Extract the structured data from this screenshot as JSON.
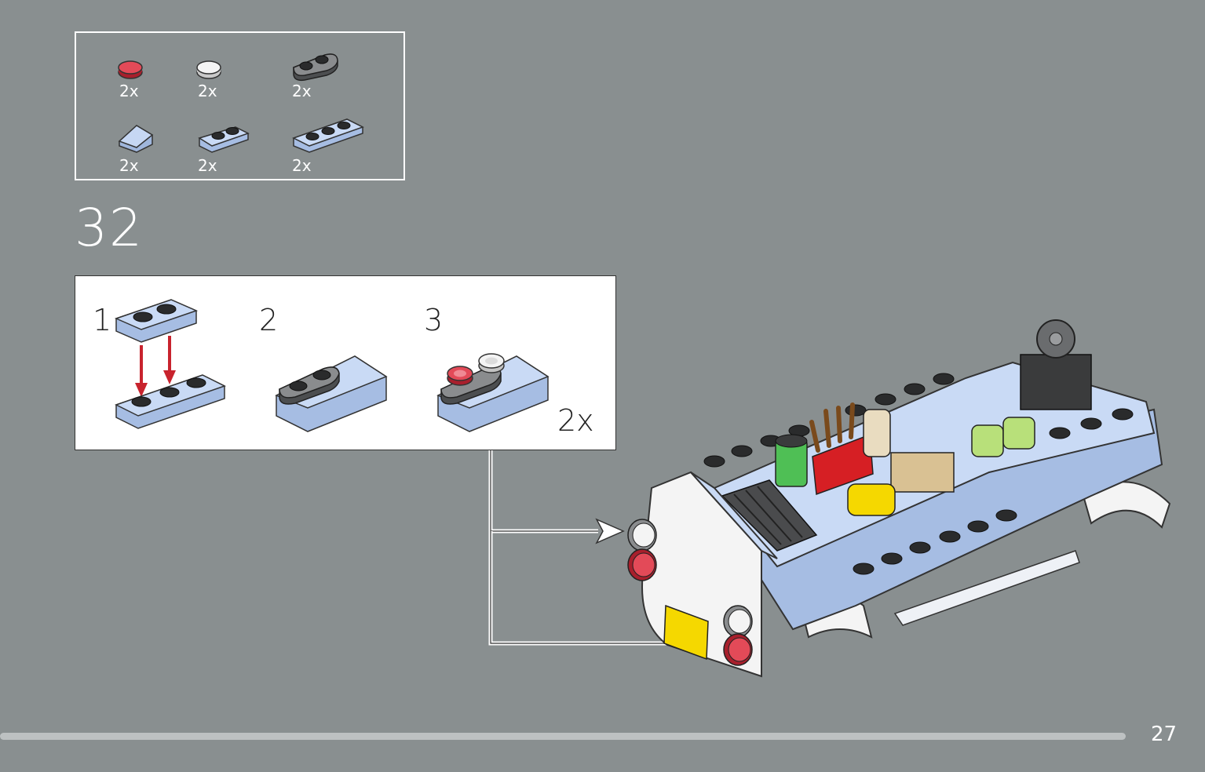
{
  "parts_list": {
    "items": [
      {
        "name": "red-round-tile-1x1",
        "qty": "2x"
      },
      {
        "name": "white-round-tile-1x1",
        "qty": "2x"
      },
      {
        "name": "dark-grey-plate-1x2-rounded",
        "qty": "2x"
      },
      {
        "name": "light-blue-slope-1x1",
        "qty": "2x"
      },
      {
        "name": "light-blue-plate-1x2",
        "qty": "2x"
      },
      {
        "name": "light-blue-plate-1x3",
        "qty": "2x"
      }
    ]
  },
  "step": {
    "number": "32",
    "substeps": [
      "1",
      "2",
      "3"
    ],
    "multiplier": "2x"
  },
  "page": {
    "number": "27"
  },
  "colors": {
    "background": "#898f90",
    "light_blue": "#b9cdee",
    "red": "#d6303f",
    "arrow_red": "#c8232d",
    "dark_grey": "#5a5c5e",
    "yellow": "#f5d800"
  }
}
